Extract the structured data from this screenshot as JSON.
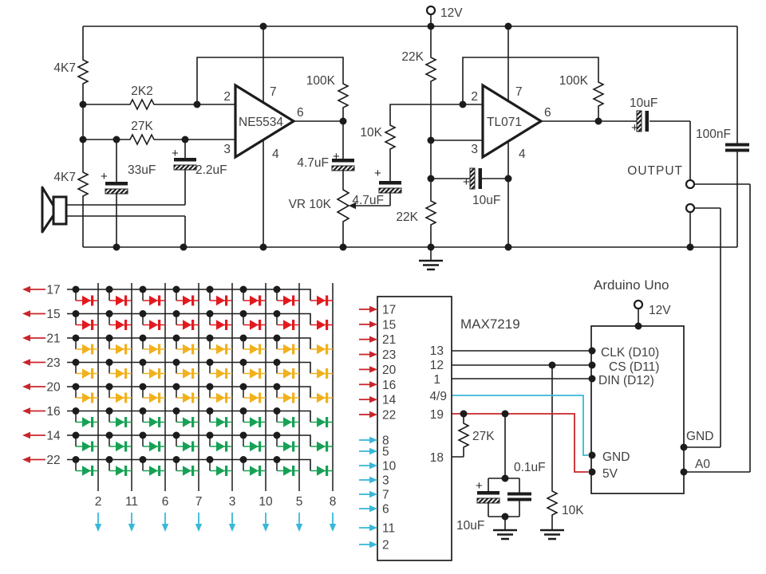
{
  "colors": {
    "line": "#1c1c1c",
    "text": "#404040",
    "red": "#c9252b",
    "led_red": "#e21a1f",
    "yellow": "#f0b11d",
    "green": "#17a155",
    "cyan": "#38b8d8"
  },
  "sym": {
    "plus": "+"
  },
  "power": {
    "supply_label": "12V"
  },
  "amp": {
    "r1": "4K7",
    "r2": "2K2",
    "r3": "27K",
    "r4": "4K7",
    "c1": "33uF",
    "c2": "2.2uF",
    "ic1": "NE5534",
    "ic1_pins": {
      "inv": "2",
      "noninv": "3",
      "vminus": "4",
      "out": "6",
      "vplus": "7"
    },
    "r5": "100K",
    "c3": "4.7uF",
    "vr": "VR 10K",
    "c4": "4.7uF",
    "r6": "10K",
    "r7": "22K",
    "r8": "22K",
    "c5": "10uF",
    "ic2": "TL071",
    "ic2_pins": {
      "inv": "2",
      "noninv": "3",
      "vminus": "4",
      "out": "6",
      "vplus": "7"
    },
    "r9": "100K",
    "c6": "10uF",
    "c7": "100nF",
    "output_label": "OUTPUT"
  },
  "matrix": {
    "row_labels": [
      "17",
      "15",
      "21",
      "23",
      "20",
      "16",
      "14",
      "22"
    ],
    "row_colors": [
      "led_red",
      "led_red",
      "yellow",
      "yellow",
      "yellow",
      "green",
      "green",
      "green"
    ],
    "col_labels": [
      "2",
      "11",
      "6",
      "7",
      "3",
      "10",
      "5",
      "8"
    ]
  },
  "driver": {
    "name": "MAX7219",
    "row_pins": [
      "17",
      "15",
      "21",
      "23",
      "20",
      "16",
      "14",
      "22"
    ],
    "col_pins": [
      "8",
      "5",
      "10",
      "3",
      "7",
      "6",
      "11",
      "2"
    ],
    "right_pins": [
      "13",
      "12",
      "1",
      "4/9",
      "19",
      "18"
    ],
    "r_iset": "27K",
    "c_filter1": "0.1uF",
    "c_filter2": "10uF",
    "r_pulldown": "10K"
  },
  "arduino": {
    "name": "Arduino Uno",
    "supply": "12V",
    "clk": "CLK (D10)",
    "cs": "CS (D11)",
    "din": "DIN (D12)",
    "gnd_left": "GND",
    "v5": "5V",
    "gnd_right": "GND",
    "a0": "A0"
  }
}
